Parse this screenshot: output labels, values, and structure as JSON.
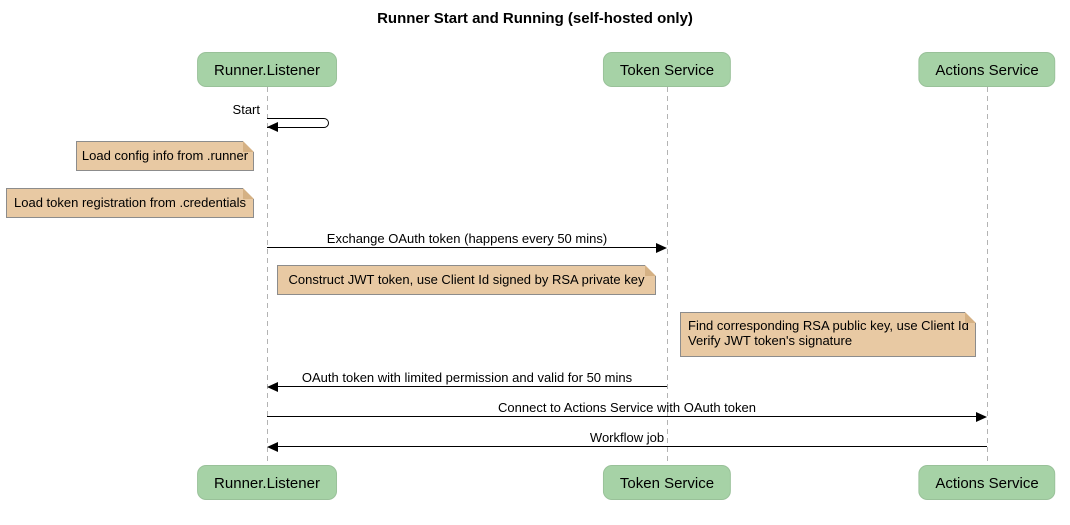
{
  "diagram": {
    "title": "Runner Start and Running (self-hosted only)",
    "actors": [
      {
        "name": "Runner.Listener"
      },
      {
        "name": "Token Service"
      },
      {
        "name": "Actions Service"
      }
    ],
    "messages": [
      {
        "from": "Runner.Listener",
        "to": "Runner.Listener",
        "type": "self",
        "label": "Start"
      },
      {
        "from": "Runner.Listener",
        "to": "Token Service",
        "type": "solid-arrow",
        "label": "Exchange OAuth token (happens every 50 mins)"
      },
      {
        "from": "Token Service",
        "to": "Runner.Listener",
        "type": "solid-arrow",
        "label": "OAuth token with limited permission and valid for 50 mins"
      },
      {
        "from": "Runner.Listener",
        "to": "Actions Service",
        "type": "solid-arrow",
        "label": "Connect to Actions Service with OAuth token"
      },
      {
        "from": "Actions Service",
        "to": "Runner.Listener",
        "type": "solid-arrow",
        "label": "Workflow job"
      }
    ],
    "notes": [
      {
        "position": "left of Runner.Listener",
        "text": "Load config info from .runner"
      },
      {
        "position": "left of Runner.Listener",
        "text": "Load token registration from .credentials"
      },
      {
        "position": "left of Token Service",
        "text": "Construct JWT token, use Client Id signed by RSA private key"
      },
      {
        "position": "left of Actions Service",
        "lines": [
          "Find corresponding RSA public key, use Client Id",
          "Verify JWT token's signature"
        ]
      }
    ],
    "colors": {
      "actor_fill": "#a6d2a6",
      "note_fill": "#e8c9a3",
      "note_border": "#8c8c8c",
      "note_fold": "#d5b184",
      "lifeline": "#b3b3b3",
      "arrow": "#000000"
    }
  }
}
